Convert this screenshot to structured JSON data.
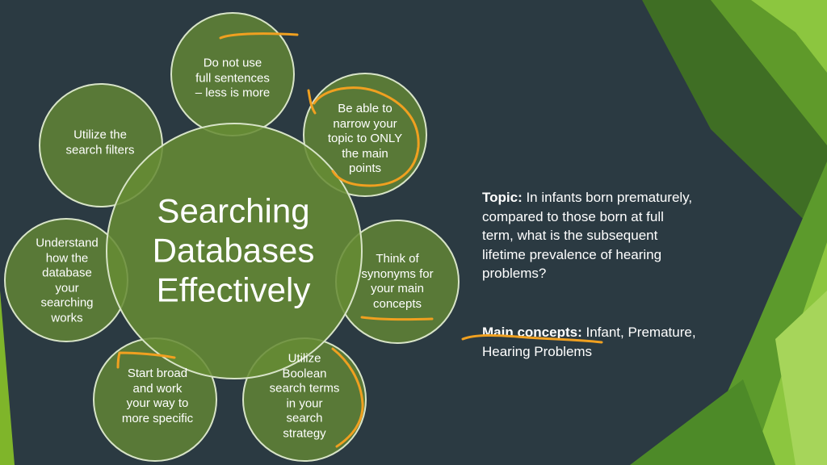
{
  "diagram": {
    "center": "Searching\nDatabases\nEffectively",
    "nodes": [
      {
        "id": "full-sentences",
        "text": "Do not use\nfull sentences\n– less is more"
      },
      {
        "id": "narrow-topic",
        "text": "Be able to\nnarrow your\ntopic to ONLY\nthe main\npoints"
      },
      {
        "id": "synonyms",
        "text": "Think of\nsynonyms for\nyour main\nconcepts"
      },
      {
        "id": "boolean",
        "text": "Utilize\nBoolean\nsearch terms\nin your\nsearch\nstrategy"
      },
      {
        "id": "start-broad",
        "text": "Start broad\nand work\nyour way to\nmore specific"
      },
      {
        "id": "understand-database",
        "text": "Understand\nhow the\ndatabase\nyour\nsearching\nworks"
      },
      {
        "id": "search-filters",
        "text": "Utilize the\nsearch filters"
      }
    ]
  },
  "topic": {
    "label": "Topic:",
    "text": " In infants born prematurely, compared to those born at full term, what is the subsequent lifetime prevalence of hearing problems?"
  },
  "main_concepts": {
    "label": "Main concepts:",
    "text": " Infant, Premature, Hearing Problems"
  },
  "colors": {
    "background": "#2b3a42",
    "circle_fill": "#668c34",
    "circle_border": "#d8e4c8",
    "accent_green": "#7fb52a",
    "annotation_ink": "#f0a020"
  }
}
